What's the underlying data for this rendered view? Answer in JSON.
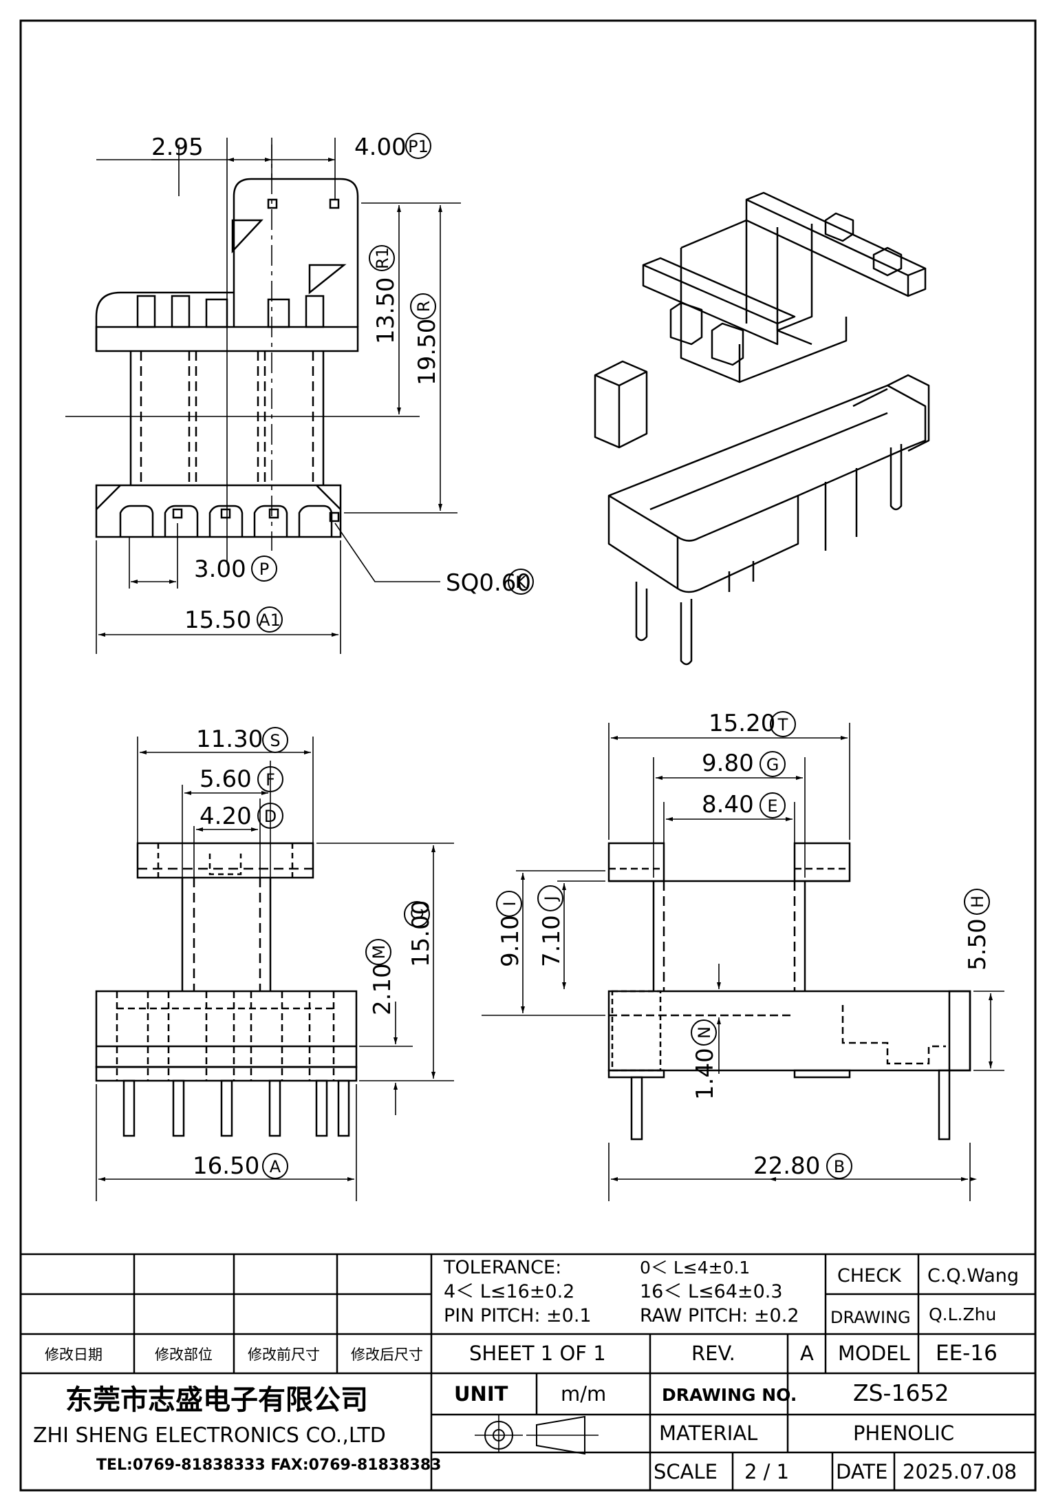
{
  "top_view": {
    "dims": {
      "d_295": "2.95",
      "d_400": "4.00",
      "d_1350": "13.50",
      "d_1950": "19.50",
      "d_300": "3.00",
      "d_1550": "15.50",
      "sq": "SQ0.60"
    },
    "tags": {
      "p1": "P1",
      "r1": "R1",
      "r": "R",
      "p": "P",
      "a1": "A1",
      "k": "K"
    }
  },
  "front_view": {
    "dims": {
      "d_1130": "11.30",
      "d_560": "5.60",
      "d_420": "4.20",
      "d_1500": "15.00",
      "d_210": "2.10",
      "d_1650": "16.50"
    },
    "tags": {
      "s": "S",
      "f": "F",
      "d": "D",
      "c": "C",
      "m": "M",
      "a": "A"
    }
  },
  "side_view": {
    "dims": {
      "d_1520": "15.20",
      "d_980": "9.80",
      "d_840": "8.40",
      "d_910": "9.10",
      "d_710": "7.10",
      "d_550": "5.50",
      "d_140": "1.40",
      "d_2280": "22.80"
    },
    "tags": {
      "t": "T",
      "g": "G",
      "e": "E",
      "i": "I",
      "j": "J",
      "h": "H",
      "n": "N",
      "b": "B"
    }
  },
  "title_block": {
    "tolerance_label": "TOLERANCE:",
    "tol_1": "0＜ L≤4±0.1",
    "tol_2": "4＜ L≤16±0.2",
    "tol_3": "16＜ L≤64±0.3",
    "pin_pitch": "PIN PITCH: ±0.1",
    "raw_pitch": "RAW PITCH: ±0.2",
    "check_label": "CHECK",
    "check_value": "C.Q.Wang",
    "drawing_label": "DRAWING",
    "drawing_value": "Q.L.Zhu",
    "rev_headers": [
      "修改日期",
      "修改部位",
      "修改前尺寸",
      "修改后尺寸"
    ],
    "sheet": "SHEET 1 OF 1",
    "rev_label": "REV.",
    "rev_value": "A",
    "model_label": "MODEL",
    "model_value": "EE-16",
    "company_cn": "东莞市志盛电子有限公司",
    "company_en": "ZHI SHENG ELECTRONICS CO.,LTD",
    "contact": "TEL:0769-81838333 FAX:0769-81838383",
    "unit_label": "UNIT",
    "unit_value": "m/m",
    "drawing_no_label": "DRAWING NO.",
    "drawing_no_value": "ZS-1652",
    "material_label": "MATERIAL",
    "material_value": "PHENOLIC",
    "scale_label": "SCALE",
    "scale_value": "2 / 1",
    "date_label": "DATE",
    "date_value": "2025.07.08"
  }
}
